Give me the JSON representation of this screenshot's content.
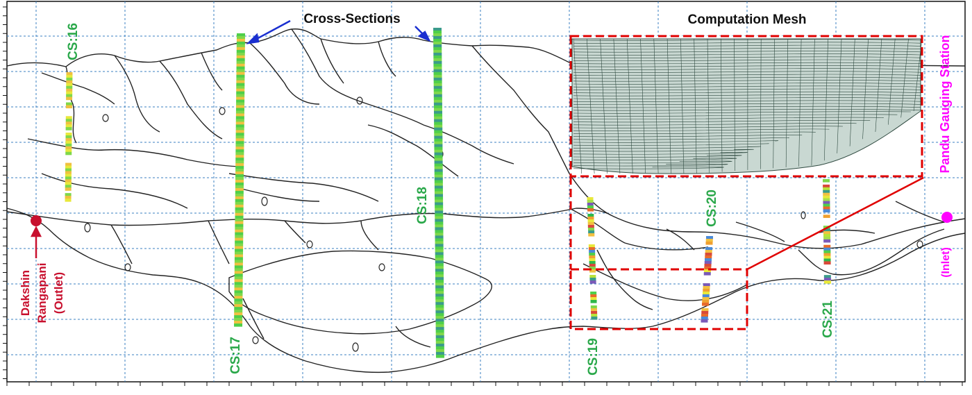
{
  "annotations": {
    "cross_sections_title": "Cross-Sections",
    "computation_mesh_title": "Computation Mesh"
  },
  "cross_sections": [
    {
      "label": "CS:16"
    },
    {
      "label": "CS:17"
    },
    {
      "label": "CS:18"
    },
    {
      "label": "CS:19"
    },
    {
      "label": "CS:20"
    },
    {
      "label": "CS:21"
    }
  ],
  "stations": {
    "outlet": {
      "line1": "Dakshin",
      "line2": "Rangapani",
      "line3": "(Outlet)",
      "color": "#c8102e"
    },
    "inlet": {
      "name": "Pandu Gauging Station",
      "role": "(Inlet)",
      "color": "#ff00ff"
    }
  },
  "colors": {
    "grid": "#3a7fc1",
    "river_lines": "#222222",
    "label_green": "#2aa84a",
    "arrow_blue": "#1a2fd0",
    "inset_frame": "#e00000",
    "mesh_fill": "#8fb3a8",
    "mesh_lines": "#2f4a40"
  }
}
